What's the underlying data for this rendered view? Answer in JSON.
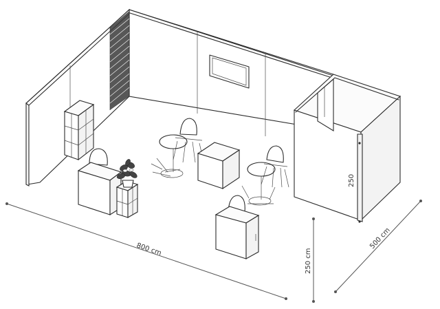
{
  "dimensions": {
    "width_label": "800 cm",
    "depth_label": "500 cm",
    "height_label": "250 cm",
    "room_height_label": "250"
  },
  "colors": {
    "line": "#2a2a2a",
    "dimension": "#555555",
    "slatwall": "#3a3a3a"
  }
}
